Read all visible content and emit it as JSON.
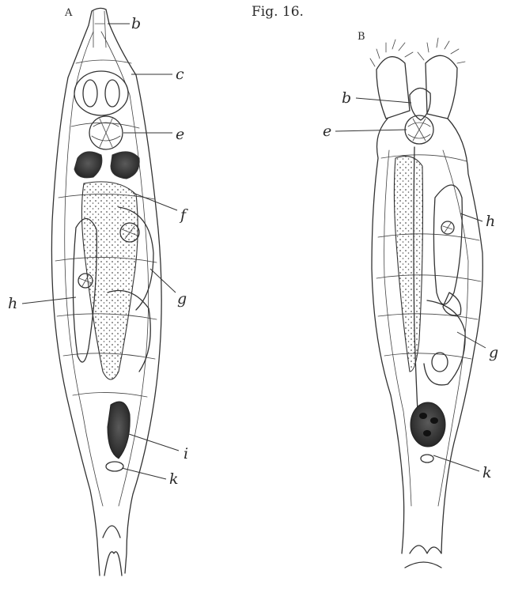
{
  "figure": {
    "title": "Fig. 16.",
    "panels": [
      {
        "id": "A",
        "label": "A",
        "part_labels": [
          "b",
          "c",
          "e",
          "f",
          "g",
          "h",
          "i",
          "k"
        ]
      },
      {
        "id": "B",
        "label": "B",
        "part_labels": [
          "b",
          "e",
          "h",
          "g",
          "k"
        ]
      }
    ]
  }
}
